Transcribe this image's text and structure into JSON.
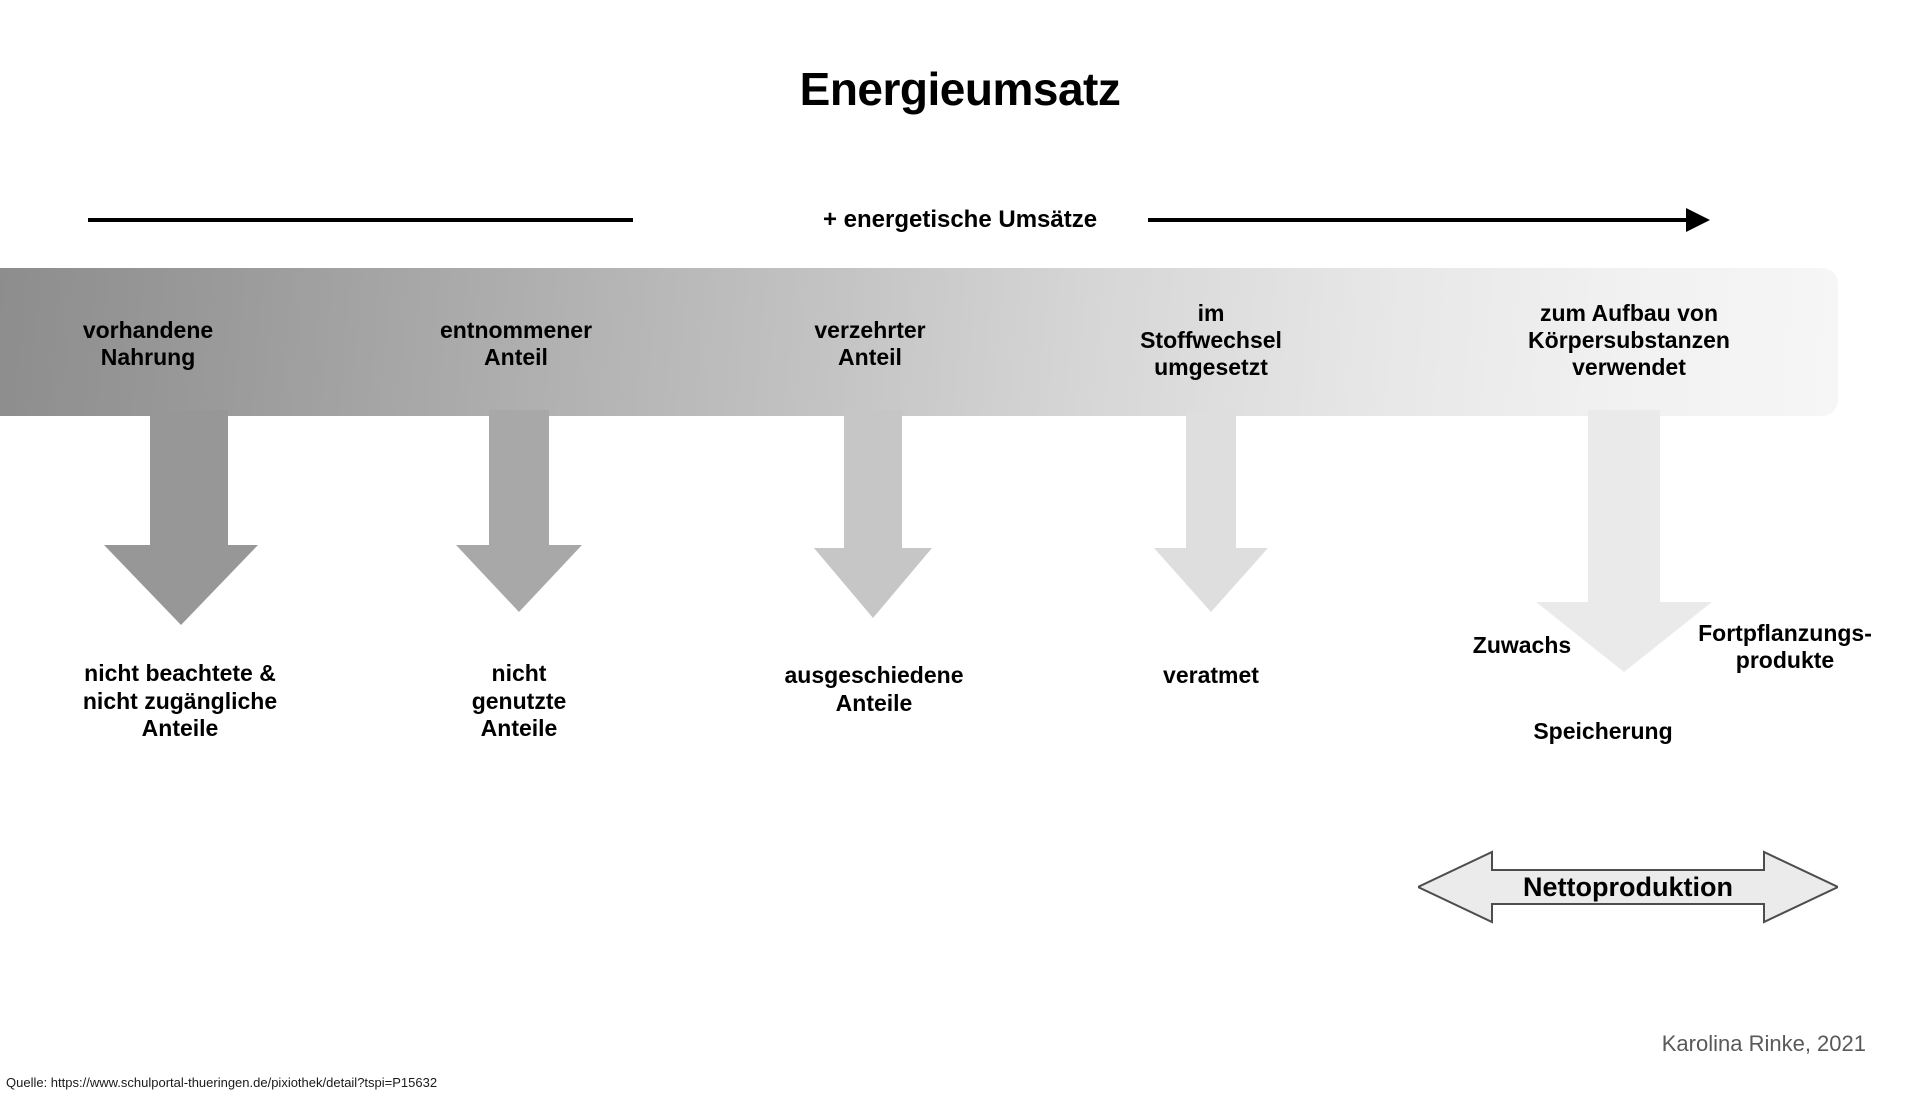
{
  "title": "Energieumsatz",
  "axis": {
    "label": "+ energetische Umsätze",
    "direction": "left-to-right"
  },
  "gradient_bar": {
    "gradient_from": "#8d8d8d",
    "gradient_to": "#f6f6f6",
    "stages": [
      {
        "label": "vorhandene\nNahrung"
      },
      {
        "label": "entnommener\nAnteil"
      },
      {
        "label": "verzehrter\nAnteil"
      },
      {
        "label": "im\nStoffwechsel\numgesetzt"
      },
      {
        "label": "zum Aufbau von\nKörpersubstanzen\nverwendet"
      }
    ]
  },
  "losses": [
    {
      "label": "nicht beachtete &\nnicht zugängliche\nAnteile",
      "arrow_color": "#979797"
    },
    {
      "label": "nicht\ngenutzte\nAnteile",
      "arrow_color": "#a8a8a8"
    },
    {
      "label": "ausgeschiedene\nAnteile",
      "arrow_color": "#c6c6c6"
    },
    {
      "label": "veratmet",
      "arrow_color": "#dedede"
    }
  ],
  "outputs": {
    "arrow_color": "#eaeaea",
    "growth": "Zuwachs",
    "reproduction": "Fortpflanzungs-\nprodukte",
    "storage": "Speicherung"
  },
  "netto": {
    "label": "Nettoproduktion",
    "fill": "#ebebeb",
    "stroke": "#4d4d4d"
  },
  "footer": {
    "credit": "Karolina Rinke, 2021",
    "source": "Quelle: https://www.schulportal-thueringen.de/pixiothek/detail?tspi=P15632"
  }
}
